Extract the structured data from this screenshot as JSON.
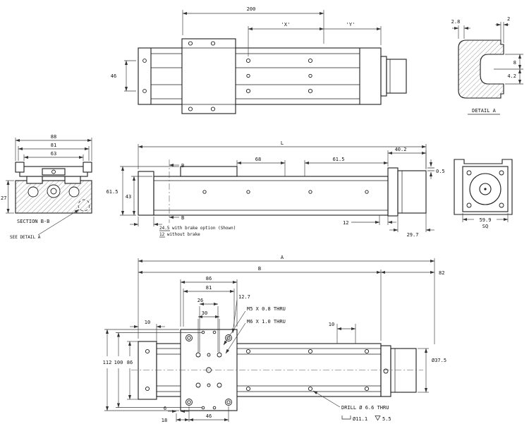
{
  "title": "Linear Actuator Dimensional Drawing",
  "colors": {
    "ink": "#1c1c1c",
    "background": "#ffffff"
  },
  "top_view": {
    "d200": "200",
    "dx": "'X'",
    "dy": "'Y'",
    "d46": "46"
  },
  "detail_a": {
    "label": "DETAIL A",
    "d2_8": "2.8",
    "d2": "2",
    "d8": "8",
    "d4_2": "4.2"
  },
  "section_bb": {
    "label": "SECTION B-B",
    "see_detail": "SEE DETAIL A",
    "d88": "88",
    "d81": "81",
    "d63": "63",
    "d27": "27"
  },
  "side_view": {
    "dL": "L",
    "d68": "68",
    "d61_5_right": "61.5",
    "d40_2": "40.2",
    "d61_5_left": "61.5",
    "d43": "43",
    "d0_5": "0.5",
    "d12_bottom": "12",
    "d29_7": "29.7",
    "cut_top": "B",
    "cut_bottom": "B",
    "note_brake": "24.5 with brake option (Shown)",
    "note_no_brake": "12 without brake"
  },
  "rear_view": {
    "d59_9": "59.9",
    "sq": "SQ"
  },
  "bottom_view": {
    "dA": "A",
    "dB": "B",
    "d82": "82",
    "d86_top": "86",
    "d81": "81",
    "d26": "26",
    "d30": "30",
    "d12_7": "12.7",
    "m5": "M5 X 0.8 THRU",
    "m6": "M6 X 1.0 THRU",
    "d10_left": "10",
    "d10_right": "10",
    "d112": "112",
    "d100": "100",
    "d86_left": "86",
    "d37_5": "Ø37.5",
    "d6": "6",
    "d18": "18",
    "d46": "46",
    "drill_note": "DRILL Ø 6.6 THRU",
    "cbore_dia": "Ø11.1",
    "cbore_depth": "5.5"
  }
}
